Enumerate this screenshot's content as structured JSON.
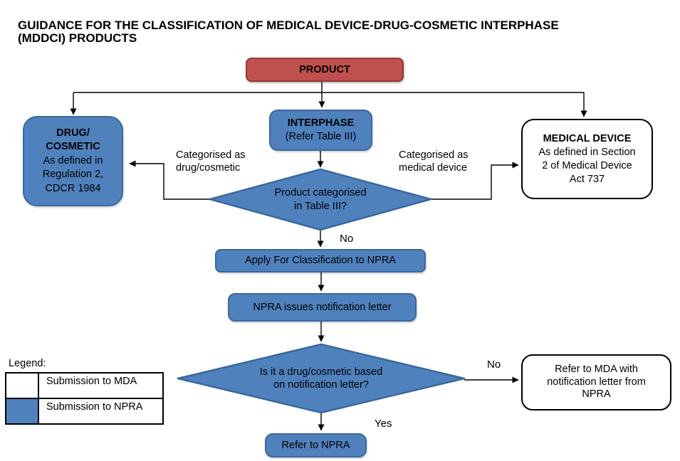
{
  "doc": {
    "title": "GUIDANCE FOR THE CLASSIFICATION OF MEDICAL DEVICE-DRUG-COSMETIC INTERPHASE\n(MDDCI) PRODUCTS"
  },
  "colors": {
    "npra_fill": "#4F81BD",
    "npra_border": "#3A689F",
    "product_fill": "#C0504D",
    "product_border": "#943634",
    "mda_fill": "#FFFFFF",
    "mda_border": "#000000",
    "connector": "#000000"
  },
  "nodes": {
    "product": {
      "label": "PRODUCT"
    },
    "drug_cosmetic": {
      "title": "DRUG/\nCOSMETIC",
      "body": "As defined in\nRegulation 2,\nCDCR 1984"
    },
    "interphase": {
      "title": "INTERPHASE",
      "body": "(Refer Table III)"
    },
    "medical_device": {
      "title": "MEDICAL DEVICE",
      "body": "As defined in Section\n2 of Medical Device\nAct 737"
    },
    "decision_table3": {
      "label": "Product categorised\nin Table III?"
    },
    "apply_npra": {
      "label": "Apply For Classification to NPRA"
    },
    "npra_letter": {
      "label": "NPRA issues notification letter"
    },
    "decision_notification": {
      "label": "Is it a drug/cosmetic based\non notification letter?"
    },
    "refer_mda": {
      "label": "Refer to MDA with\nnotification letter from\nNPRA"
    },
    "refer_npra": {
      "label": "Refer to NPRA"
    }
  },
  "edge_labels": {
    "categorised_drug": "Categorised as\ndrug/cosmetic",
    "categorised_device": "Categorised as\nmedical device",
    "table3_no": "No",
    "notification_no": "No",
    "notification_yes": "Yes"
  },
  "edges": [
    {
      "from": "product",
      "to": "drug_cosmetic",
      "label_key": null
    },
    {
      "from": "product",
      "to": "interphase",
      "label_key": null
    },
    {
      "from": "product",
      "to": "medical_device",
      "label_key": null
    },
    {
      "from": "interphase",
      "to": "decision_table3",
      "label_key": null
    },
    {
      "from": "decision_table3",
      "to": "drug_cosmetic",
      "label_key": "categorised_drug"
    },
    {
      "from": "decision_table3",
      "to": "medical_device",
      "label_key": "categorised_device"
    },
    {
      "from": "decision_table3",
      "to": "apply_npra",
      "label_key": "table3_no"
    },
    {
      "from": "apply_npra",
      "to": "npra_letter",
      "label_key": null
    },
    {
      "from": "npra_letter",
      "to": "decision_notification",
      "label_key": null
    },
    {
      "from": "decision_notification",
      "to": "refer_mda",
      "label_key": "notification_no"
    },
    {
      "from": "decision_notification",
      "to": "refer_npra",
      "label_key": "notification_yes"
    }
  ],
  "legend": {
    "heading": "Legend:",
    "items": [
      {
        "label": "Submission to MDA",
        "swatch_color": "#FFFFFF"
      },
      {
        "label": "Submission to NPRA",
        "swatch_color": "#4F81BD"
      }
    ]
  }
}
